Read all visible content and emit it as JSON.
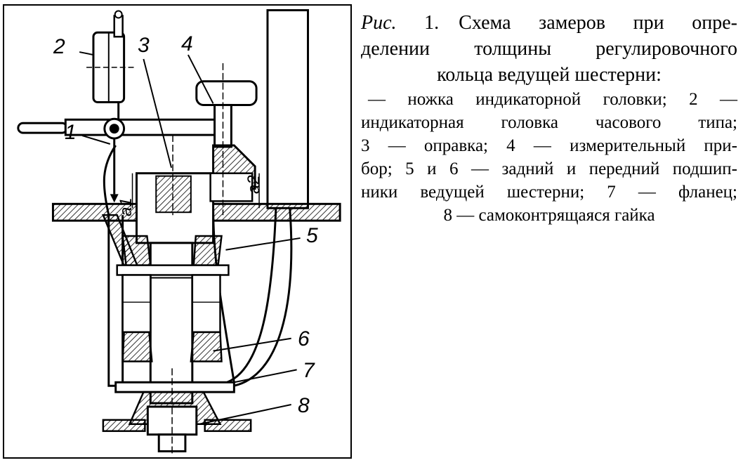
{
  "figure": {
    "callouts": [
      "2",
      "3",
      "4",
      "1",
      "5",
      "6",
      "7",
      "8"
    ],
    "dimension_labels": [
      "a1",
      "a2"
    ]
  },
  "caption": {
    "figure_label": "Рис.",
    "figure_number": "1.",
    "title_line_1": "Схема замеров при опре-",
    "title_line_2": "делении толщины регулировочного",
    "title_line_3": "кольца ведущей шестерни:",
    "legend_lines": [
      "— ножка индикаторной головки; 2 —",
      "индикаторная головка часового типа;",
      "3 — оправка; 4 — измерительный при-",
      "бор; 5 и 6 — задний и передний подшип-",
      "ники ведущей шестерни; 7 — фланец;",
      "8 — самоконтрящаяся гайка"
    ]
  }
}
